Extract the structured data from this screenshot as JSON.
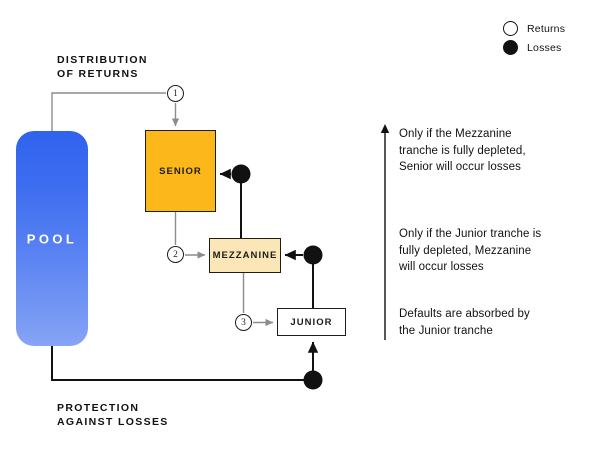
{
  "diagram": {
    "title_top": "DISTRIBUTION\nOF RETURNS",
    "title_bottom": "PROTECTION\nAGAINST LOSSES",
    "pool": {
      "label": "POOL",
      "color_top": "#2F62EE",
      "color_bottom": "#86A4F6"
    },
    "tranches": [
      {
        "label": "SENIOR",
        "color": "#FCB71B",
        "marker": "1"
      },
      {
        "label": "MEZZANINE",
        "color": "#FAE6B6",
        "marker": "2"
      },
      {
        "label": "JUNIOR",
        "color": "#FFFFFF",
        "marker": "3"
      }
    ],
    "markers": {
      "one": "1",
      "two": "2",
      "three": "3"
    },
    "legend": {
      "items": [
        {
          "label": "Returns",
          "style": "hollow",
          "color": "#FFFFFF"
        },
        {
          "label": "Losses",
          "style": "filled",
          "color": "#111111"
        }
      ]
    },
    "notes": [
      {
        "text": "Only if the Mezzanine\ntranche is fully depleted,\nSenior will occur losses"
      },
      {
        "text": "Only if the Junior tranche is\nfully depleted, Mezzanine\nwill occur losses"
      },
      {
        "text": "Defaults are absorbed by\nthe Junior tranche"
      }
    ],
    "flow_colors": {
      "returns_line": "#8C8C8C",
      "losses_line": "#111111"
    }
  }
}
